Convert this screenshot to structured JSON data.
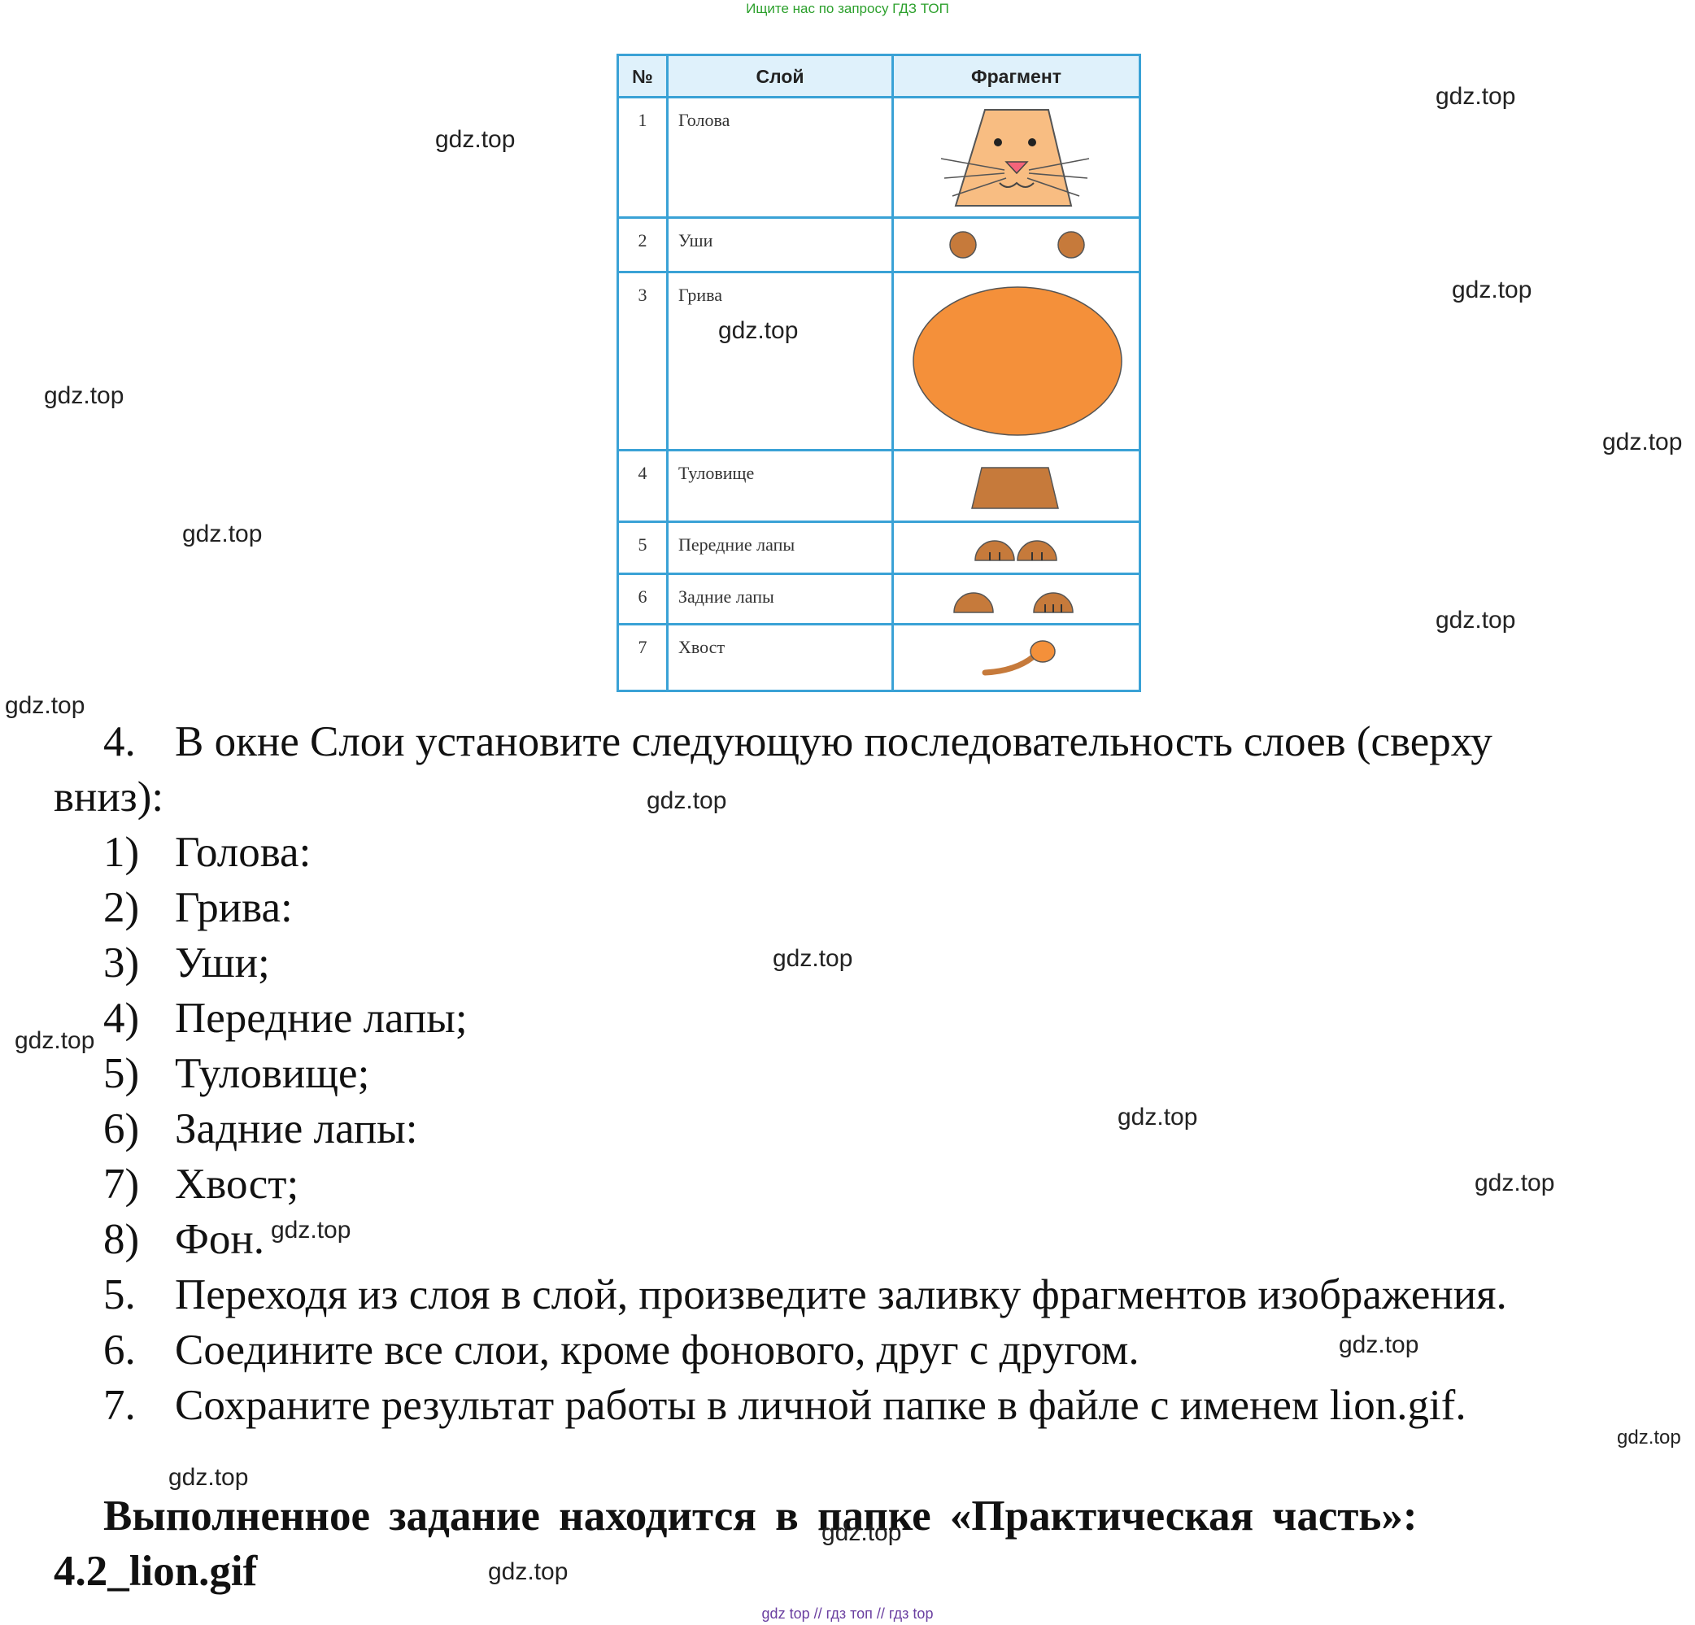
{
  "banner": "Ищите нас по запросу ГДЗ ТОП",
  "watermark": "gdz.top",
  "table": {
    "headers": [
      "№",
      "Слой",
      "Фрагмент"
    ],
    "rows": [
      {
        "num": "1",
        "layer": "Голова",
        "fragment": "head-icon"
      },
      {
        "num": "2",
        "layer": "Уши",
        "fragment": "ears-icon"
      },
      {
        "num": "3",
        "layer": "Грива",
        "fragment": "mane-icon"
      },
      {
        "num": "4",
        "layer": "Туловище",
        "fragment": "body-icon"
      },
      {
        "num": "5",
        "layer": "Передние лапы",
        "fragment": "front-paws-icon"
      },
      {
        "num": "6",
        "layer": "Задние лапы",
        "fragment": "hind-paws-icon"
      },
      {
        "num": "7",
        "layer": "Хвост",
        "fragment": "tail-icon"
      }
    ]
  },
  "step4": {
    "num": "4.",
    "text_line1": "В окне Слои установите следующую последовательность слоев (сверху",
    "text_line2": "вниз):"
  },
  "order_list": [
    {
      "num": "1)",
      "text": "Голова:"
    },
    {
      "num": "2)",
      "text": "Грива:"
    },
    {
      "num": "3)",
      "text": "Уши;"
    },
    {
      "num": "4)",
      "text": "Передние лапы;"
    },
    {
      "num": "5)",
      "text": "Туловище;"
    },
    {
      "num": "6)",
      "text": "Задние лапы:"
    },
    {
      "num": "7)",
      "text": "Хвост;"
    },
    {
      "num": "8)",
      "text": "Фон."
    }
  ],
  "steps": [
    {
      "num": "5.",
      "text": "Переходя из слоя в слой, произведите заливку фрагментов изображения."
    },
    {
      "num": "6.",
      "text": "Соедините все слои, кроме фонового, друг с другом."
    },
    {
      "num": "7.",
      "text": "Сохраните результат работы в личной папке в файле с именем lion.gif."
    }
  ],
  "result": {
    "line1": "Выполненное задание находится в папке «Практическая часть»:",
    "line2": "4.2_lion.gif"
  },
  "footer": "gdz top // гдз топ // гдз top",
  "colors": {
    "table_border": "#3aa2d6",
    "head_fill": "#f8bd82",
    "ear_fill": "#c67a3b",
    "mane_fill": "#f4903a",
    "body_fill": "#c67a3b",
    "watermark_banner": "#2ca02c",
    "footer_text": "#6a3fa0"
  }
}
